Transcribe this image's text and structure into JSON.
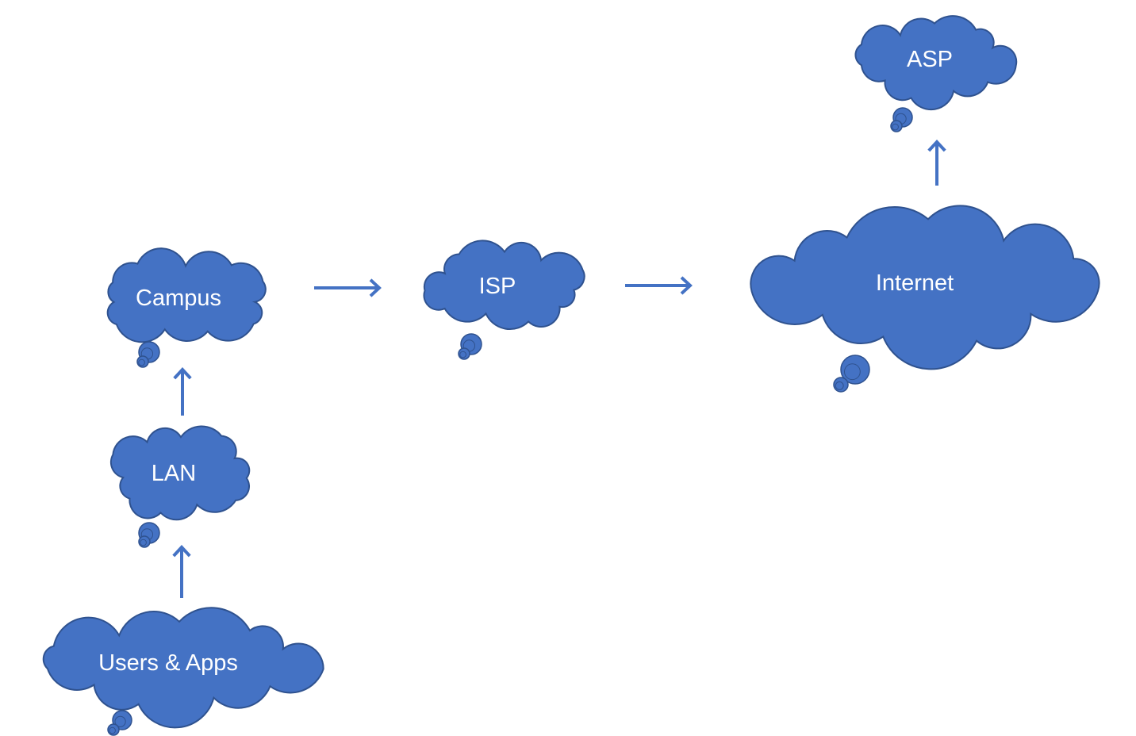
{
  "colors": {
    "cloud_fill": "#4472c4",
    "cloud_stroke": "#2f528f",
    "arrow": "#4472c4",
    "label": "#ffffff",
    "background": "#ffffff"
  },
  "nodes": [
    {
      "id": "asp",
      "label": "ASP",
      "shape": "thought-cloud"
    },
    {
      "id": "internet",
      "label": "Internet",
      "shape": "thought-cloud"
    },
    {
      "id": "isp",
      "label": "ISP",
      "shape": "thought-cloud"
    },
    {
      "id": "campus",
      "label": "Campus",
      "shape": "thought-cloud"
    },
    {
      "id": "lan",
      "label": "LAN",
      "shape": "thought-cloud"
    },
    {
      "id": "users-apps",
      "label": "Users & Apps",
      "shape": "thought-cloud"
    }
  ],
  "edges": [
    {
      "from": "users-apps",
      "to": "lan",
      "direction": "up"
    },
    {
      "from": "lan",
      "to": "campus",
      "direction": "up"
    },
    {
      "from": "campus",
      "to": "isp",
      "direction": "right"
    },
    {
      "from": "isp",
      "to": "internet",
      "direction": "right"
    },
    {
      "from": "internet",
      "to": "asp",
      "direction": "up"
    }
  ]
}
